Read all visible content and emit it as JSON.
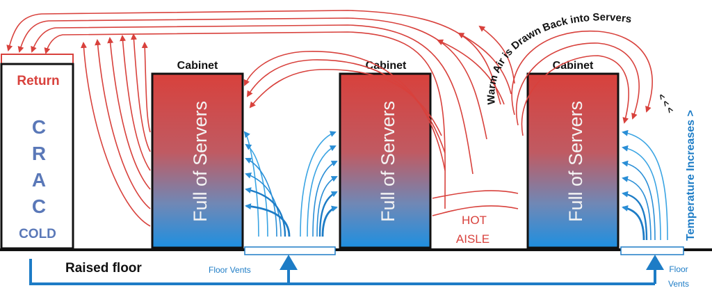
{
  "crac": {
    "return_label": "Return",
    "letters": [
      "C",
      "R",
      "A",
      "C"
    ],
    "cold_label": "COLD"
  },
  "cabinets": [
    {
      "title": "Cabinet",
      "body_label": "Full of Servers"
    },
    {
      "title": "Cabinet",
      "body_label": "Full of Servers"
    },
    {
      "title": "Cabinet",
      "body_label": "Full of Servers"
    }
  ],
  "floor": {
    "raised_label": "Raised floor",
    "vents_label_1": "Floor Vents",
    "vents_label_2_line1": "Floor",
    "vents_label_2_line2": "Vents"
  },
  "aisle": {
    "line1": "HOT",
    "line2": "AISLE"
  },
  "annotations": {
    "warm_air": "Warm Air is Drawn Back into Servers",
    "chevrons": "< < <",
    "temperature": "Temperature Increases >"
  },
  "colors": {
    "hot": "#d8413c",
    "cold": "#1d7cc6",
    "cold_light": "#3aa4e3",
    "crac_text": "#5a78b8",
    "outline": "#111111"
  }
}
